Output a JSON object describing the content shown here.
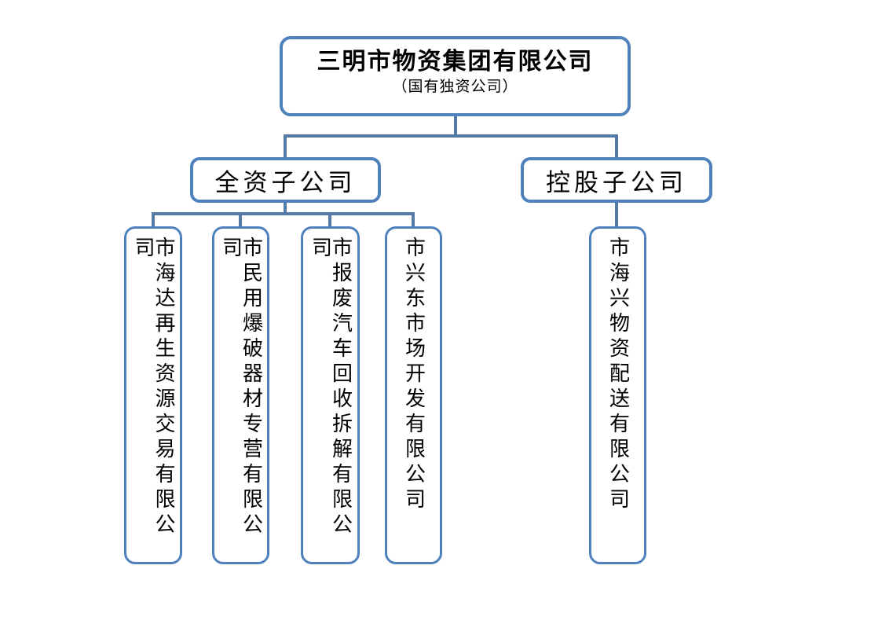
{
  "org_chart": {
    "root": {
      "title": "三明市物资集团有限公司",
      "subtitle": "（国有独资公司）"
    },
    "groups": [
      {
        "label": "全资子公司",
        "children": [
          "市海达再生资源交易有限公司",
          "市民用爆破器材专营有限公司",
          "市报废汽车回收拆解有限公司",
          "市兴东市场开发有限公司"
        ]
      },
      {
        "label": "控股子公司",
        "children": [
          "市海兴物资配送有限公司"
        ]
      }
    ],
    "colors": {
      "box_border": "#4f81bd",
      "connector": "#5379a5",
      "text": "#000000",
      "background": "#ffffff"
    }
  }
}
